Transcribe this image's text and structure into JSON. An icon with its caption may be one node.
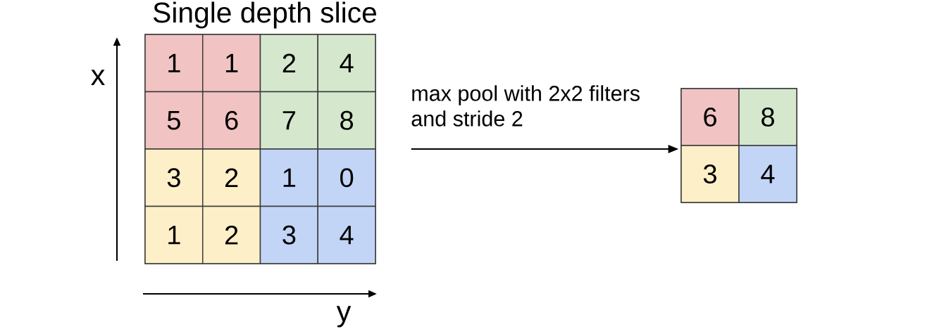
{
  "diagram": {
    "nodes": [
      {
        "text": [
          "Single depth slice"
        ]
      },
      {
        "text": [
          "1"
        ],
        "in": 0
      },
      {
        "text": [
          "1"
        ],
        "in": 0
      },
      {
        "text": [
          "2"
        ],
        "in": 0
      },
      {
        "text": [
          "4"
        ],
        "in": 0
      },
      {
        "text": [
          "5"
        ],
        "in": 0
      },
      {
        "text": [
          "6"
        ],
        "in": 0
      },
      {
        "text": [
          "7"
        ],
        "in": 0
      },
      {
        "text": [
          "8"
        ],
        "in": 0
      },
      {
        "text": [
          "3"
        ],
        "in": 0
      },
      {
        "text": [
          "2"
        ],
        "in": 0
      },
      {
        "text": [
          "1"
        ],
        "in": 0
      },
      {
        "text": [
          "0"
        ],
        "in": 0
      },
      {
        "text": [
          "1"
        ],
        "in": 0
      },
      {
        "text": [
          "2"
        ],
        "in": 0
      },
      {
        "text": [
          "3"
        ],
        "in": 0
      },
      {
        "text": [
          "4"
        ],
        "in": 0
      },
      {
        "text": [],
        "shape": "box"
      },
      {
        "text": [
          "6"
        ],
        "in": 17
      },
      {
        "text": [
          "8"
        ],
        "in": 17
      },
      {
        "text": [
          "3"
        ],
        "in": 17
      },
      {
        "text": [
          "4"
        ],
        "in": 17
      }
    ],
    "edges": [
      {
        "from": 0,
        "to": 17,
        "arrow": "to",
        "label": "max pool with 2x2 filters and stride 2"
      }
    ],
    "labels": [
      "x",
      "y"
    ]
  }
}
